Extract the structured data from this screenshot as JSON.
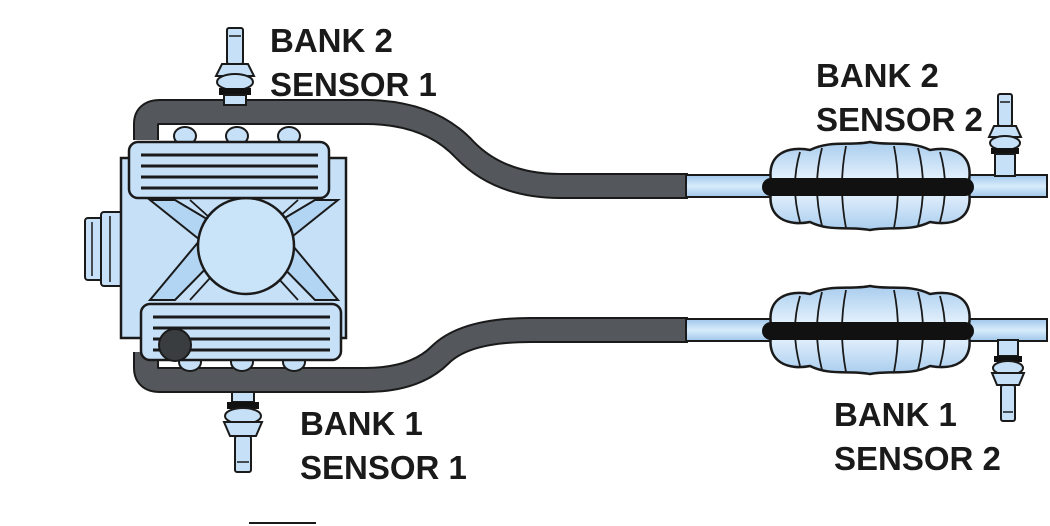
{
  "labels": {
    "bank2_sensor1": {
      "line1": "BANK 2",
      "line2": "SENSOR 1"
    },
    "bank2_sensor2": {
      "line1": "BANK 2",
      "line2": "SENSOR 2"
    },
    "bank1_sensor1": {
      "line1": "BANK 1",
      "line2": "SENSOR 1"
    },
    "bank1_sensor2": {
      "line1": "BANK 1",
      "line2": "SENSOR 2"
    }
  },
  "colors": {
    "pipe_dark": "#54585c",
    "pipe_light": "#b9d8f2",
    "part_fill": "#c5e0f7",
    "outline": "#1a1a1a",
    "band": "#111111"
  }
}
